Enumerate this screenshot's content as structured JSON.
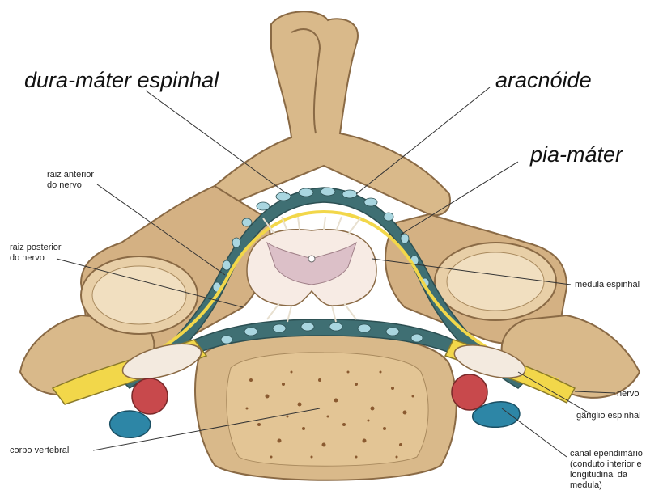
{
  "labels": {
    "dura_mater": "dura-máter espinhal",
    "aracnoide": "aracnóide",
    "pia_mater": "pia-máter",
    "raiz_anterior": [
      "raiz anterior",
      "do nervo"
    ],
    "raiz_posterior": [
      "raiz posterior",
      "do nervo"
    ],
    "medula": "medula espinhal",
    "nervo": "nervo",
    "ganglio": "gânglio espinhal",
    "corpo_vertebral": "corpo vertebral",
    "canal": [
      "canal ependimário",
      "(conduto interior e",
      "longitudinal da",
      "medula)"
    ]
  },
  "colors": {
    "bone": "#d9b98a",
    "bone_dark": "#8a6a45",
    "bone_light": "#f1dfc0",
    "dura_band": "#3f6f73",
    "csf_bubbles": "#a9d6e0",
    "nerve_yellow": "#f2d74a",
    "cord": "#f7ebe4",
    "gray_matter": "#dcc0c8",
    "artery": "#c8494c",
    "vein": "#2d86a6",
    "leader_line": "#333333"
  }
}
